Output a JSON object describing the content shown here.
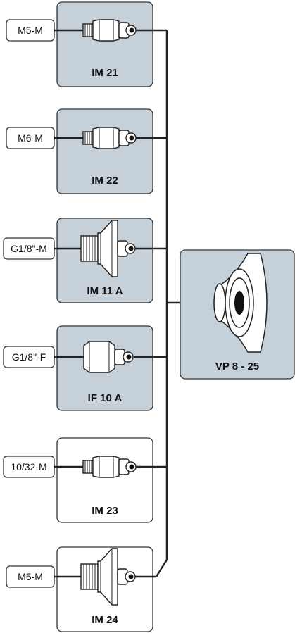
{
  "diagram": {
    "fittings": [
      {
        "code": "IM 21",
        "thread": "M5-M",
        "shape": "small-male",
        "shaded": true
      },
      {
        "code": "IM 22",
        "thread": "M6-M",
        "shape": "small-male",
        "shaded": true
      },
      {
        "code": "IM 11 A",
        "thread": "G1/8\"-M",
        "shape": "hex-male",
        "shaded": true
      },
      {
        "code": "IF 10 A",
        "thread": "G1/8\"-F",
        "shape": "hex-female",
        "shaded": true
      },
      {
        "code": "IM 23",
        "thread": "10/32-M",
        "shape": "small-male",
        "shaded": false
      },
      {
        "code": "IM 24",
        "thread": "M5-M",
        "shape": "hex-male",
        "shaded": false
      }
    ],
    "cup": {
      "code": "VP 8 - 25",
      "shaded": true
    },
    "colors": {
      "shaded_fill": "#c5d0d9",
      "stroke": "#222222",
      "white": "#ffffff"
    }
  }
}
